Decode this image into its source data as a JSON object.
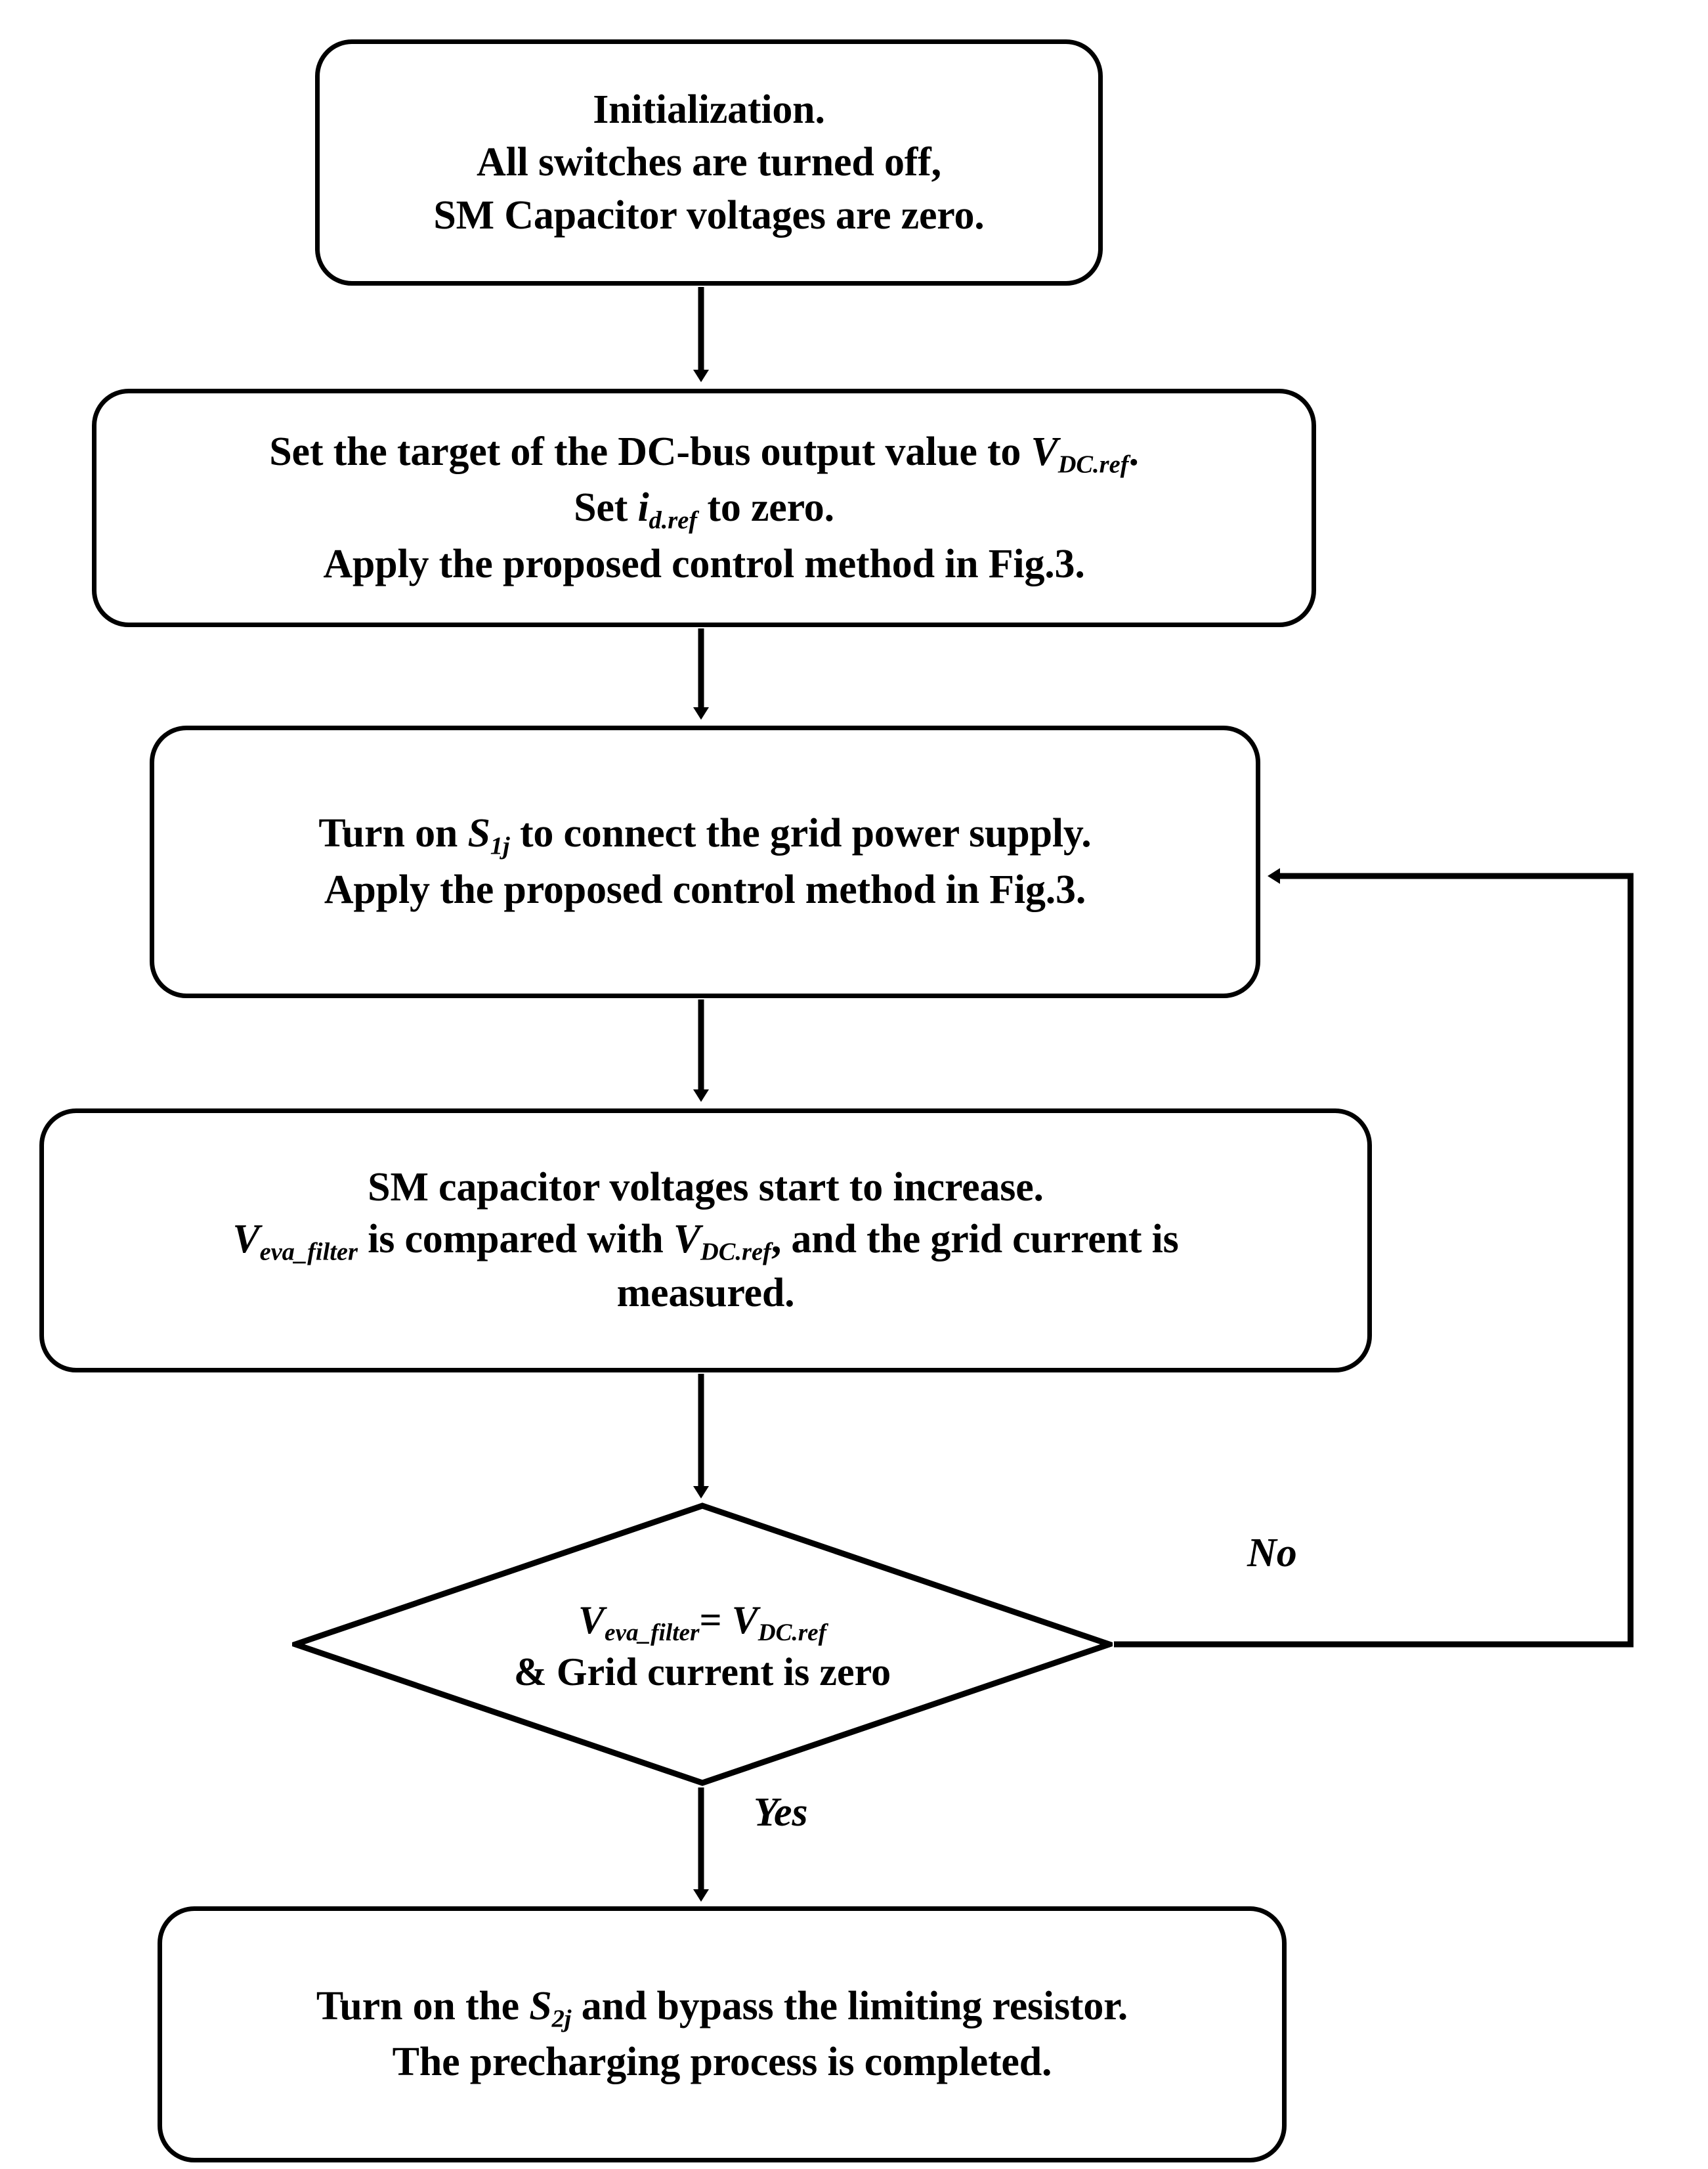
{
  "diagram": {
    "title": "Precharging control flowchart",
    "type": "flowchart",
    "colors": {
      "stroke": "#000000",
      "fill": "#ffffff",
      "text": "#000000"
    },
    "nodes": {
      "init": {
        "shape": "rounded-rectangle",
        "line1": "Initialization.",
        "line2": "All switches are turned off,",
        "line3": "SM Capacitor voltages are zero."
      },
      "set_target": {
        "shape": "rounded-rectangle",
        "line1_pre": "Set the target of the DC-bus output value to ",
        "line1_var": "V",
        "line1_sub": "DC.ref",
        "line1_post": ".",
        "line2_pre": "Set ",
        "line2_var": "i",
        "line2_sub": "d.ref",
        "line2_post": " to zero.",
        "line3": "Apply the proposed control method in Fig.3."
      },
      "turn_on_s1": {
        "shape": "rounded-rectangle",
        "line1_pre": "Turn on ",
        "line1_var": "S",
        "line1_sub": "1j",
        "line1_post": " to connect the grid power supply.",
        "line2": "Apply the proposed control method in Fig.3."
      },
      "measure": {
        "shape": "rounded-rectangle",
        "line1": "SM capacitor voltages start to increase.",
        "line2_var1": "V",
        "line2_sub1": "eva_filter",
        "line2_mid": " is compared with ",
        "line2_var2": "V",
        "line2_sub2": "DC.ref",
        "line2_post": ", and the grid current is",
        "line3": "measured."
      },
      "decision": {
        "shape": "diamond",
        "line1_var1": "V",
        "line1_sub1": "eva_filter",
        "line1_op": "= ",
        "line1_var2": "V",
        "line1_sub2": "DC.ref",
        "line2": "& Grid current is zero"
      },
      "complete": {
        "shape": "rounded-rectangle",
        "line1_pre": "Turn on the ",
        "line1_var": "S",
        "line1_sub": "2j",
        "line1_post": " and bypass the limiting resistor.",
        "line2": "The precharging process is completed."
      }
    },
    "edges": {
      "no_label": "No",
      "yes_label": "Yes"
    }
  }
}
